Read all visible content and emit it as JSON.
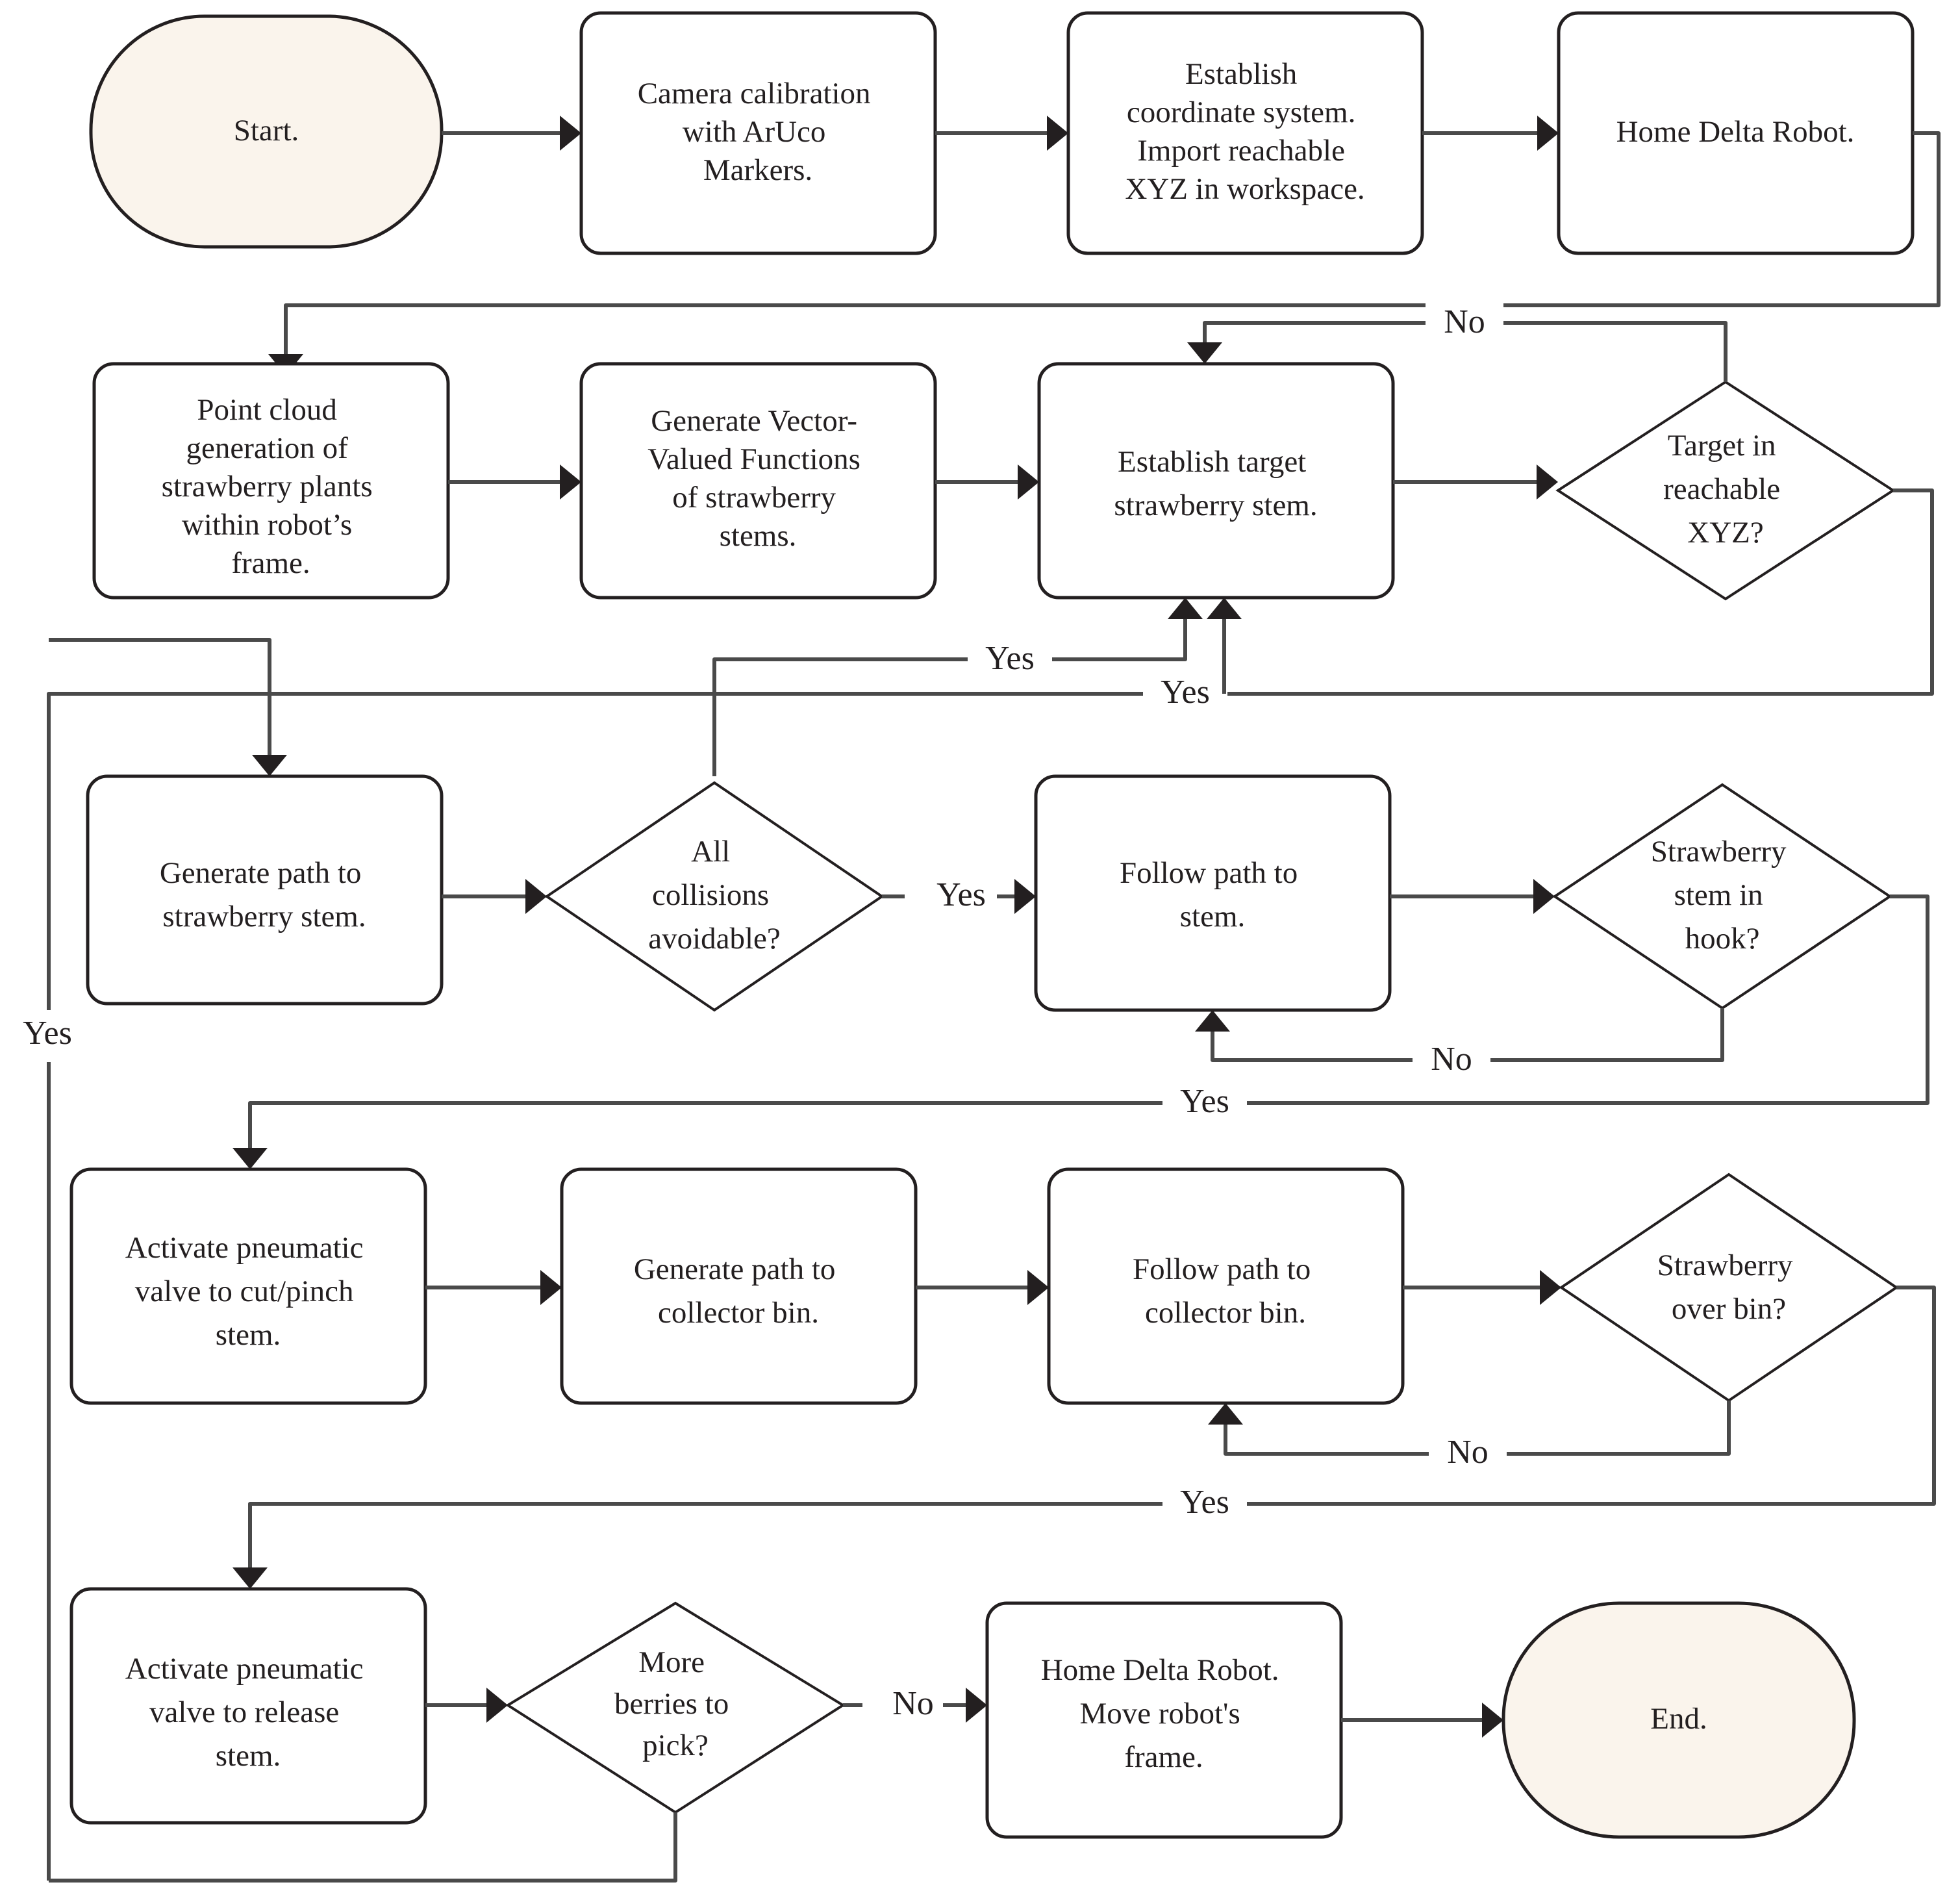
{
  "diagram": {
    "title": "Delta Robot Strawberry Harvesting Control Flowchart",
    "colors": {
      "terminator_fill": "#faf4ec",
      "process_fill": "#ffffff",
      "stroke": "#231f20",
      "connector": "#4a4a4a",
      "background": "#ffffff"
    },
    "nodes": [
      {
        "id": "start",
        "type": "terminator",
        "label": "Start."
      },
      {
        "id": "camera_cal",
        "type": "process",
        "label": "Camera calibration\nwith ArUco\nMarkers."
      },
      {
        "id": "coord_sys",
        "type": "process",
        "label": "Establish\ncoordinate system.\nImport reachable\nXYZ in workspace."
      },
      {
        "id": "home_robot_1",
        "type": "process",
        "label": "Home Delta Robot."
      },
      {
        "id": "point_cloud",
        "type": "process",
        "label": "Point cloud\ngeneration of\nstrawberry plants\nwithin robot’s\nframe."
      },
      {
        "id": "vector_funcs",
        "type": "process",
        "label": "Generate Vector-\nValued Functions\nof strawberry\nstems."
      },
      {
        "id": "target_stem",
        "type": "process",
        "label": "Establish target\nstrawberry stem."
      },
      {
        "id": "reachable_xyz",
        "type": "decision",
        "label": "Target in\nreachable\nXYZ?"
      },
      {
        "id": "gen_path_stem",
        "type": "process",
        "label": "Generate path to\nstrawberry stem."
      },
      {
        "id": "collisions",
        "type": "decision",
        "label": "All\ncollisions\navoidable?"
      },
      {
        "id": "follow_stem",
        "type": "process",
        "label": "Follow path to\nstem."
      },
      {
        "id": "stem_in_hook",
        "type": "decision",
        "label": "Strawberry\nstem in\nhook?"
      },
      {
        "id": "cut_pinch",
        "type": "process",
        "label": "Activate pneumatic\nvalve to cut/pinch\nstem."
      },
      {
        "id": "gen_path_bin",
        "type": "process",
        "label": "Generate path to\ncollector bin."
      },
      {
        "id": "follow_bin",
        "type": "process",
        "label": "Follow path to\ncollector bin."
      },
      {
        "id": "over_bin",
        "type": "decision",
        "label": "Strawberry\nover bin?"
      },
      {
        "id": "release_stem",
        "type": "process",
        "label": "Activate pneumatic\nvalve to release\nstem."
      },
      {
        "id": "more_berries",
        "type": "decision",
        "label": "More\nberries to\npick?"
      },
      {
        "id": "home_robot_2",
        "type": "process",
        "label": "Home Delta Robot.\nMove robot's\nframe."
      },
      {
        "id": "end",
        "type": "terminator",
        "label": "End."
      }
    ],
    "edge_labels": {
      "reachable_no": "No",
      "reachable_yes": "Yes",
      "collisions_yes": "Yes",
      "collisions_no_back": "Yes",
      "hook_no": "No",
      "hook_yes": "Yes",
      "bin_no": "No",
      "bin_yes": "Yes",
      "berries_no": "No",
      "berries_yes": "Yes"
    }
  }
}
